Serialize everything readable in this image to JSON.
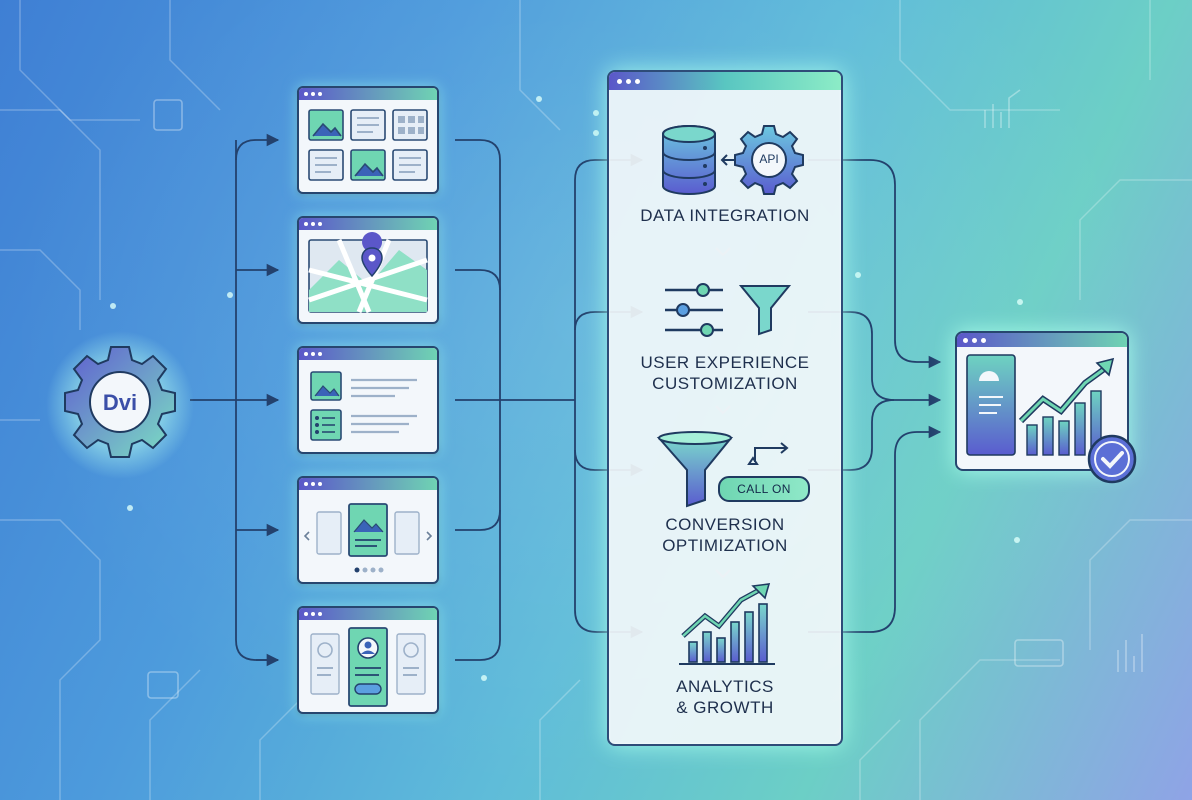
{
  "stages": [
    {
      "id": "data",
      "lines": [
        "DATA INTEGRATION"
      ]
    },
    {
      "id": "ux",
      "lines": [
        "USER EXPERIENCE",
        "CUSTOMIZATION"
      ]
    },
    {
      "id": "conv",
      "lines": [
        "CONVERSION",
        "OPTIMIZATION"
      ]
    },
    {
      "id": "analytics",
      "lines": [
        "ANALYTICS",
        "& GROWTH"
      ]
    }
  ],
  "api_label": "API",
  "cta_label": "CALL ON",
  "logo_text": "Dvi",
  "colors": {
    "line": "#23416d",
    "accent_green": "#6fd6b2",
    "accent_purple": "#5b57c9",
    "glow": "#b6fff0"
  }
}
